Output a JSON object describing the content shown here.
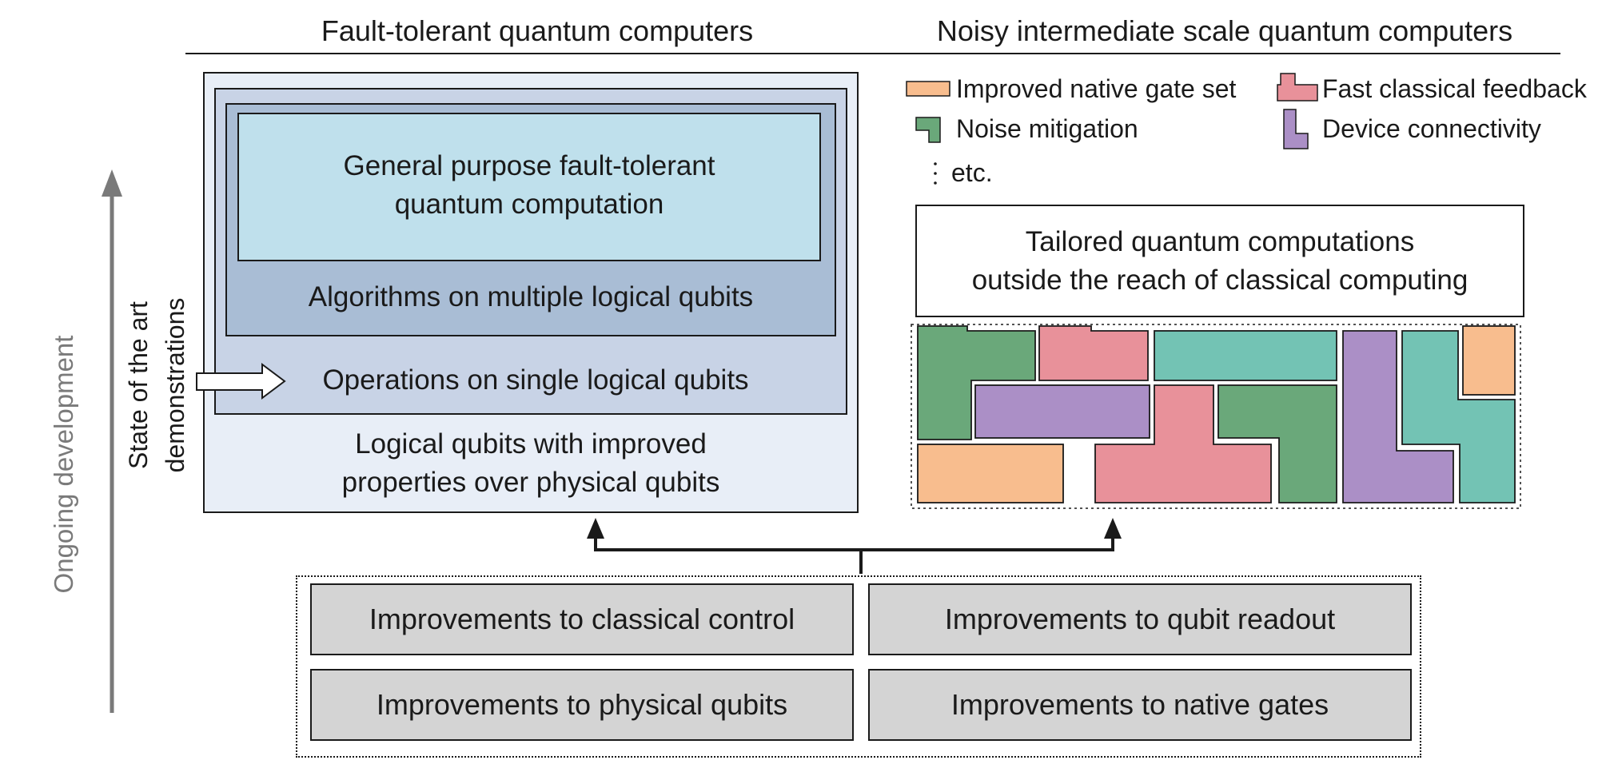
{
  "headers": {
    "left": "Fault-tolerant quantum computers",
    "right": "Noisy intermediate scale quantum computers"
  },
  "side_labels": {
    "ongoing": "Ongoing development",
    "state_line1": "State of the art",
    "state_line2": "demonstrations"
  },
  "ft": {
    "general_line1": "General purpose fault-tolerant",
    "general_line2": "quantum computation",
    "algorithms": "Algorithms on multiple logical qubits",
    "operations": "Operations on single logical qubits",
    "logical_line1": "Logical qubits with improved",
    "logical_line2": "properties over physical qubits"
  },
  "legend": {
    "items": [
      {
        "label": "Improved native gate set",
        "color": "#f8bd8e"
      },
      {
        "label": "Fast classical feedback",
        "color": "#e8919a"
      },
      {
        "label": "Noise mitigation",
        "color": "#6aa87a"
      },
      {
        "label": "Device connectivity",
        "color": "#ab8fc6"
      }
    ],
    "etc": "etc."
  },
  "nisq": {
    "line1": "Tailored quantum computations",
    "line2": "outside the reach of classical computing"
  },
  "improvements": [
    "Improvements to classical control",
    "Improvements to qubit readout",
    "Improvements to physical qubits",
    "Improvements to native gates"
  ],
  "colors": {
    "outer_box": "#e8eef7",
    "middle_box": "#c8d3e6",
    "inner_box": "#a9bdd5",
    "core_box": "#bfe0ec",
    "teal": "#73c3b4",
    "ongoing_text": "#7a7a7a"
  }
}
